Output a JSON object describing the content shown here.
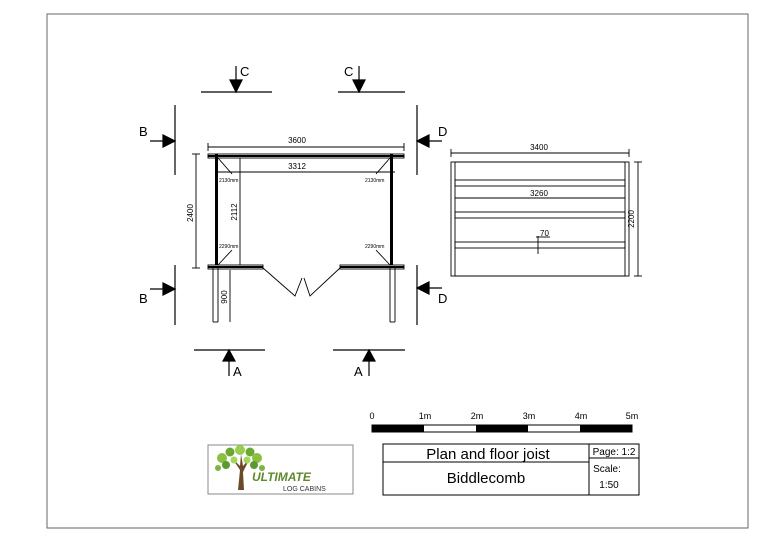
{
  "section_markers": {
    "c": "C",
    "b": "B",
    "d": "D",
    "a": "A"
  },
  "plan": {
    "overall_width": "3600",
    "inner_width": "3312",
    "overall_depth": "2400",
    "inner_depth": "2112",
    "veranda_depth": "900",
    "post_top_left": "2130mm",
    "post_top_right": "2130mm",
    "post_bottom_left": "2290mm",
    "post_bottom_right": "2290mm"
  },
  "joist": {
    "overall_width": "3400",
    "inner_width": "3260",
    "depth": "2200",
    "joist_size": "70"
  },
  "scale_bar": {
    "labels": [
      "0",
      "1m",
      "2m",
      "3m",
      "4m",
      "5m"
    ]
  },
  "logo": {
    "word1": "ULTIMATE",
    "word2": "LOG CABINS"
  },
  "title_block": {
    "title": "Plan and floor joist",
    "name": "Biddlecomb",
    "page": "Page: 1:2",
    "scale_label": "Scale:",
    "scale_value": "1:50"
  }
}
